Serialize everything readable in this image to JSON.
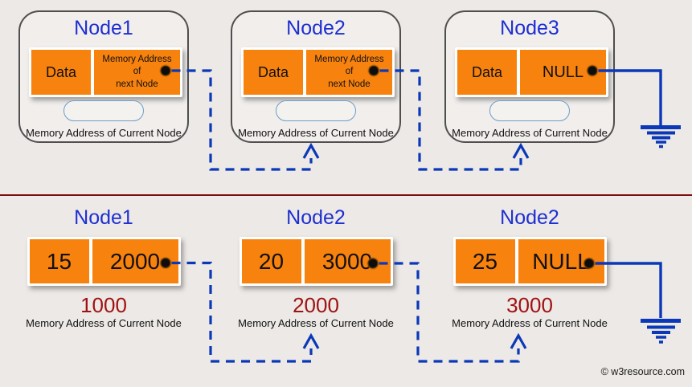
{
  "colors": {
    "background": "#ece9e6",
    "cell_orange": "#f8820e",
    "title_blue": "#1e2fd2",
    "wire_blue": "#0b38b8",
    "divider_red": "#7e0d0d",
    "address_red": "#a01212"
  },
  "top_section": {
    "nodes": [
      {
        "title": "Node1",
        "data_label": "Data",
        "next_lines": [
          "Memory Address",
          "of",
          "next Node"
        ],
        "caption": "Memory Address of Current Node"
      },
      {
        "title": "Node2",
        "data_label": "Data",
        "next_lines": [
          "Memory Address",
          "of",
          "next Node"
        ],
        "caption": "Memory Address of Current Node"
      },
      {
        "title": "Node3",
        "data_label": "Data",
        "null_label": "NULL",
        "caption": "Memory Address of Current Node"
      }
    ]
  },
  "bottom_section": {
    "nodes": [
      {
        "title": "Node1",
        "value": "15",
        "next": "2000",
        "address": "1000",
        "caption": "Memory Address of Current Node"
      },
      {
        "title": "Node2",
        "value": "20",
        "next": "3000",
        "address": "2000",
        "caption": "Memory Address of Current Node"
      },
      {
        "title": "Node2",
        "value": "25",
        "next": "NULL",
        "address": "3000",
        "caption": "Memory Address of Current Node"
      }
    ]
  },
  "watermark": "© w3resource.com"
}
